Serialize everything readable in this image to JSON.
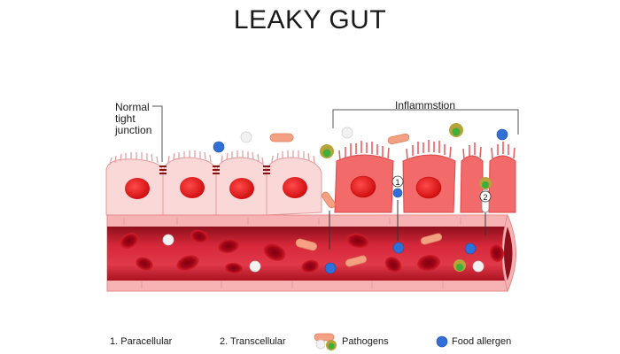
{
  "title": "LEAKY GUT",
  "labels": {
    "normal_junction": [
      "Normal",
      "tight",
      "junction"
    ],
    "inflammation": "Inflammstion",
    "marker_1": "1",
    "marker_2": "2"
  },
  "legend": {
    "paracellular": "1. Paracellular",
    "transcellular": "2. Transcellular",
    "pathogens": "Pathogens",
    "food_allergen": "Food allergen"
  },
  "colors": {
    "healthy_cell": "#f9d6d6",
    "inflamed_cell": "#f06464",
    "nucleus": "#e32020",
    "vessel_wall": "#f7a8a8",
    "vessel_lumen": "#d9263a",
    "red_blood_cell": "#c8101e",
    "pathogen": "#f3a081",
    "food_allergen": "#2f6fd6",
    "green_pathogen": "#3fae3a"
  }
}
